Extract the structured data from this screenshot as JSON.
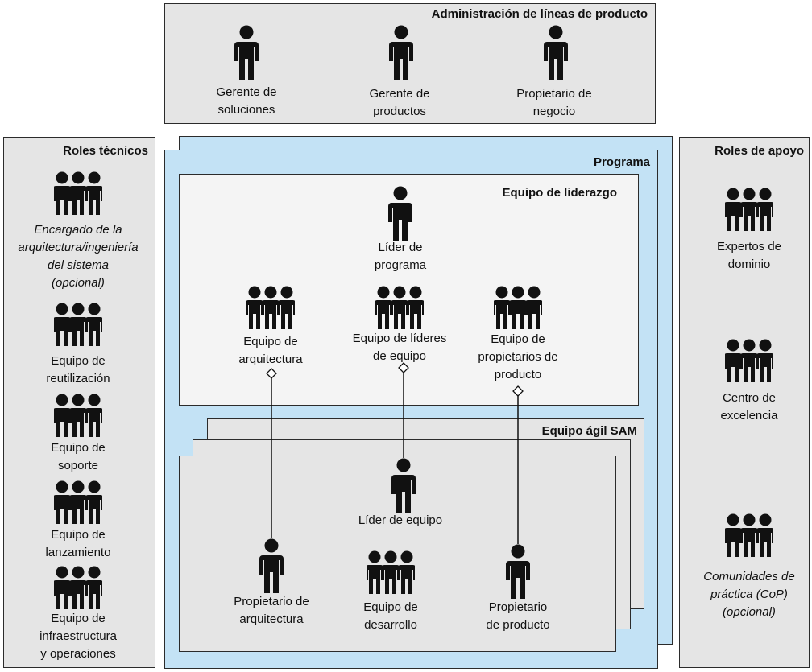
{
  "plm": {
    "title": "Administración de líneas de producto",
    "roles": [
      {
        "line1": "Gerente de",
        "line2": "soluciones"
      },
      {
        "line1": "Gerente de",
        "line2": "productos"
      },
      {
        "line1": "Propietario de",
        "line2": "negocio"
      }
    ]
  },
  "technical": {
    "title": "Roles técnicos",
    "architect": {
      "l1": "Encargado de la",
      "l2": "arquitectura/ingeniería",
      "l3": "del sistema",
      "l4": "(opcional)"
    },
    "reuse": {
      "l1": "Equipo de",
      "l2": "reutilización"
    },
    "support": {
      "l1": "Equipo de",
      "l2": "soporte"
    },
    "release": {
      "l1": "Equipo de",
      "l2": "lanzamiento"
    },
    "infra": {
      "l1": "Equipo de",
      "l2": "infraestructura",
      "l3": "y operaciones"
    }
  },
  "support_roles": {
    "title": "Roles de apoyo",
    "experts": {
      "l1": "Expertos de",
      "l2": "dominio"
    },
    "coe": {
      "l1": "Centro de",
      "l2": "excelencia"
    },
    "cop": {
      "l1": "Comunidades de",
      "l2": "práctica (CoP)",
      "l3": "(opcional)"
    }
  },
  "program": {
    "title": "Programa",
    "leadership": {
      "title": "Equipo de liderazgo",
      "program_lead": {
        "l1": "Líder de",
        "l2": "programa"
      },
      "arch_team": {
        "l1": "Equipo de",
        "l2": "arquitectura"
      },
      "leads_team": {
        "l1": "Equipo de líderes",
        "l2": "de equipo"
      },
      "po_team": {
        "l1": "Equipo de",
        "l2": "propietarios de",
        "l3": "producto"
      }
    },
    "agile": {
      "title": "Equipo ágil SAM",
      "team_lead": {
        "l1": "Líder de equipo"
      },
      "arch_owner": {
        "l1": "Propietario de",
        "l2": "arquitectura"
      },
      "dev_team": {
        "l1": "Equipo de",
        "l2": "desarrollo"
      },
      "product_owner": {
        "l1": "Propietario",
        "l2": "de producto"
      }
    }
  }
}
